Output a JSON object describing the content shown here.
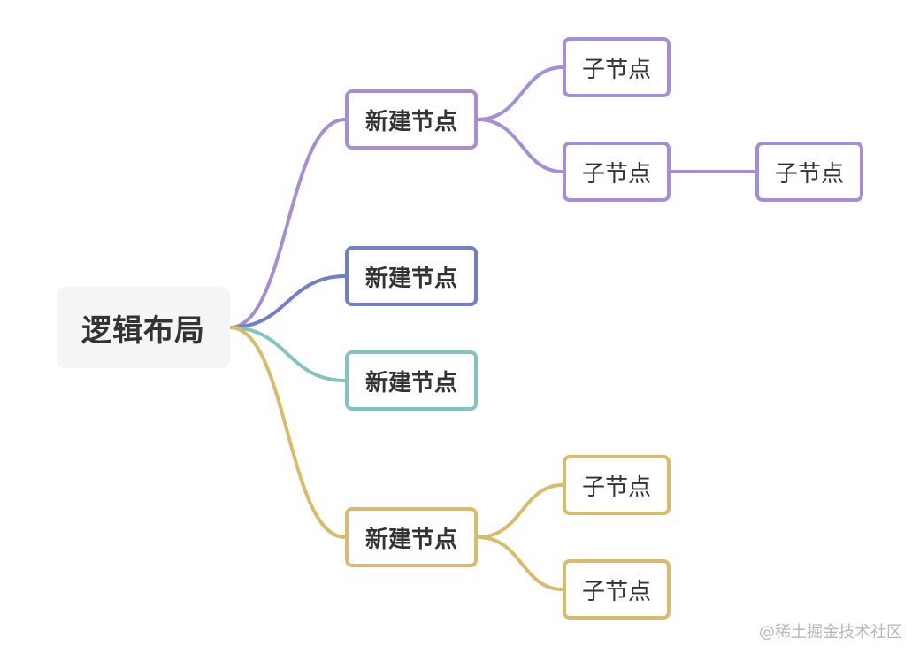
{
  "root": {
    "label": "逻辑布局"
  },
  "branches": [
    {
      "label": "新建节点",
      "color": "#a68ed6",
      "children": [
        {
          "label": "子节点",
          "children": []
        },
        {
          "label": "子节点",
          "children": [
            {
              "label": "子节点"
            }
          ]
        }
      ]
    },
    {
      "label": "新建节点",
      "color": "#6f7fcc",
      "children": []
    },
    {
      "label": "新建节点",
      "color": "#82c4bf",
      "children": []
    },
    {
      "label": "新建节点",
      "color": "#d9bc6a",
      "children": [
        {
          "label": "子节点",
          "children": []
        },
        {
          "label": "子节点",
          "children": []
        }
      ]
    }
  ],
  "watermark": "@稀土掘金技术社区"
}
